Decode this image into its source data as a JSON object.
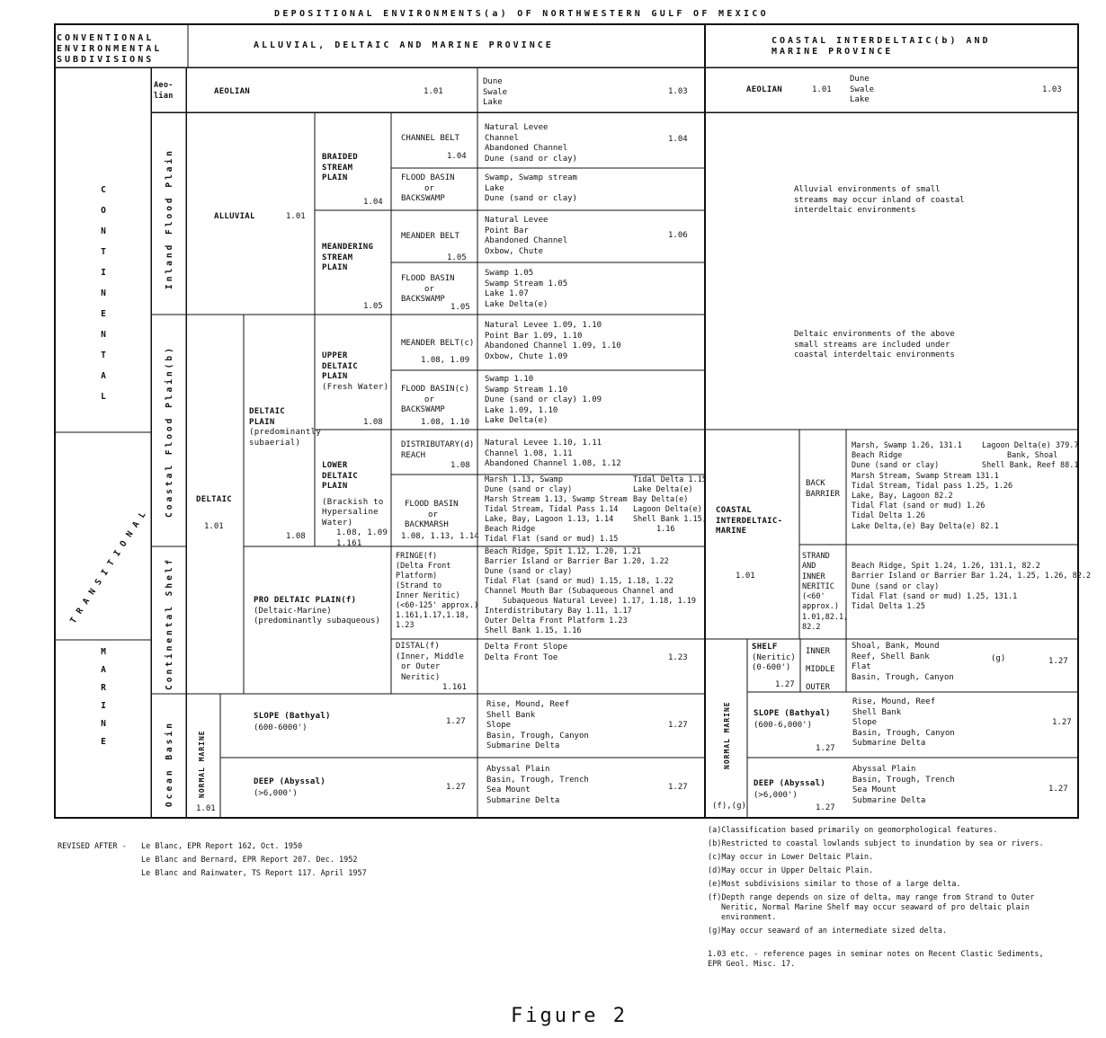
{
  "title": "DEPOSITIONAL ENVIRONMENTS(a) OF NORTHWESTERN GULF OF MEXICO",
  "header": {
    "subdivisions": [
      "CONVENTIONAL",
      "ENVIRONMENTAL",
      "SUBDIVISIONS"
    ],
    "alluvial_province": "ALLUVIAL, DELTAIC AND MARINE PROVINCE",
    "coastal_province": [
      "COASTAL INTERDELTAIC(b) AND",
      "MARINE PROVINCE"
    ]
  },
  "major": {
    "continental": [
      "C",
      "O",
      "N",
      "T",
      "I",
      "N",
      "E",
      "N",
      "T",
      "A",
      "L"
    ],
    "transitional": "TRANSITIONAL",
    "marine": [
      "M",
      "A",
      "R",
      "I",
      "N",
      "E"
    ]
  },
  "divisions": {
    "aeolian": [
      "Aeo-",
      "lian"
    ],
    "inland_flood_plain": "Inland Flood Plain",
    "coastal_flood_plain": "Coastal Flood Plain(b)",
    "continental_shelf": "Continental Shelf",
    "ocean_basin": "Ocean Basin"
  },
  "aeolian": {
    "label": "AEOLIAN",
    "ref": "1.01",
    "env": [
      "Dune",
      "Swale",
      "Lake"
    ],
    "env_ref": "1.03",
    "right_label": "AEOLIAN",
    "right_ref": "1.01",
    "right_env": [
      "Dune",
      "Swale",
      "Lake"
    ],
    "right_env_ref": "1.03"
  },
  "alluvial": {
    "label": "ALLUVIAL",
    "ref": "1.01",
    "braided": {
      "label": [
        "BRAIDED",
        "STREAM",
        "PLAIN"
      ],
      "ref": "1.04"
    },
    "channel_belt": {
      "label": "CHANNEL BELT",
      "ref": "1.04",
      "env": [
        "Natural Levee",
        "Channel",
        "Abandoned Channel",
        "Dune (sand or clay)"
      ],
      "env_ref": "1.04"
    },
    "braided_flood_basin": {
      "label": [
        "FLOOD BASIN",
        "or",
        "BACKSWAMP"
      ],
      "env": [
        "Swamp, Swamp stream",
        "Lake",
        "Dune (sand or clay)"
      ]
    },
    "meandering": {
      "label": [
        "MEANDERING",
        "STREAM",
        "PLAIN"
      ],
      "ref": "1.05"
    },
    "meander_belt": {
      "label": "MEANDER BELT",
      "ref": "1.05",
      "env": [
        "Natural Levee",
        "Point Bar",
        "Abandoned Channel",
        "Oxbow, Chute"
      ],
      "env_ref": "1.06"
    },
    "meander_flood_basin": {
      "label": [
        "FLOOD BASIN",
        "or",
        "BACKSWAMP"
      ],
      "ref": "1.05",
      "env": [
        "Swamp 1.05",
        "Swamp Stream 1.05",
        "Lake 1.07",
        "Lake Delta(e)"
      ]
    }
  },
  "deltaic": {
    "label": "DELTAIC",
    "ref": "1.01",
    "plain": {
      "label": [
        "DELTAIC",
        "PLAIN",
        "(predominantly",
        "subaerial)"
      ],
      "ref": "1.08"
    },
    "upper": {
      "label": [
        "UPPER",
        "DELTAIC",
        "PLAIN",
        "(Fresh Water)"
      ],
      "ref": "1.08"
    },
    "upper_meander": {
      "label": "MEANDER BELT(c)",
      "ref": "1.08, 1.09",
      "env": [
        "Natural Levee 1.09, 1.10",
        "Point Bar 1.09, 1.10",
        "Abandoned Channel 1.09, 1.10",
        "Oxbow, Chute 1.09"
      ]
    },
    "upper_flood": {
      "label": [
        "FLOOD BASIN(c)",
        "or",
        "BACKSWAMP"
      ],
      "ref": "1.08, 1.10",
      "env": [
        "Swamp 1.10",
        "Swamp Stream 1.10",
        "Dune (sand or clay) 1.09",
        "Lake 1.09, 1.10",
        "Lake Delta(e)"
      ]
    },
    "lower": {
      "label": [
        "LOWER",
        "DELTAIC",
        "PLAIN",
        "(Brackish to",
        "Hypersaline",
        "Water)",
        "1.08, 1.09",
        "1.161"
      ]
    },
    "distributary": {
      "label": [
        "DISTRIBUTARY(d)",
        "REACH"
      ],
      "ref": "1.08",
      "env": [
        "Natural Levee 1.10, 1.11",
        "Channel 1.08, 1.11",
        "Abandoned Channel 1.08, 1.12"
      ]
    },
    "backmarsh": {
      "label": [
        "FLOOD BASIN",
        "or",
        "BACKMARSH"
      ],
      "ref": "1.08, 1.13, 1.14",
      "env_left": [
        "Marsh 1.13, Swamp",
        "Dune (sand or clay)",
        "Marsh Stream 1.13, Swamp Stream",
        "Tidal Stream, Tidal Pass 1.14",
        "Lake, Bay, Lagoon 1.13, 1.14",
        "Beach Ridge",
        "Tidal Flat (sand or mud) 1.15"
      ],
      "env_right": [
        "Tidal Delta 1.15",
        "Lake Delta(e)",
        "Bay Delta(e)",
        "Lagoon Delta(e)",
        "Shell Bank 1.15,",
        "1.16"
      ]
    },
    "prodelta": {
      "label": [
        "PRO DELTAIC PLAIN(f)",
        "(Deltaic-Marine)",
        "(predominantly subaqueous)"
      ]
    },
    "fringe": {
      "label": [
        "FRINGE(f)",
        "(Delta Front",
        "Platform)",
        "(Strand to",
        "Inner Neritic)",
        "(<60-125' approx.)",
        "1.161,1.17,1.18,",
        "1.23"
      ],
      "env": [
        "Beach Ridge, Spit 1.12, 1.20, 1.21",
        "Barrier Island or Barrier Bar 1.20, 1.22",
        "Dune (sand or clay)",
        "Tidal Flat (sand or mud) 1.15, 1.18, 1.22",
        "Channel Mouth Bar (Subaqueous Channel and",
        "    Subaqueous Natural Levee) 1.17, 1.18, 1.19",
        "Interdistributary Bay 1.11, 1.17",
        "Outer Delta Front Platform 1.23",
        "Shell Bank 1.15, 1.16"
      ]
    },
    "distal": {
      "label": [
        "DISTAL(f)",
        "(Inner, Middle",
        "or Outer",
        "Neritic)"
      ],
      "ref": "1.161",
      "env": [
        "Delta Front Slope",
        "",
        "Delta Front Toe"
      ],
      "env_ref": "1.23"
    }
  },
  "ocean_left": {
    "normal_marine": "NORMAL MARINE",
    "ref": "1.01",
    "slope": {
      "label": [
        "SLOPE (Bathyal)",
        "(600-6000')"
      ],
      "ref": "1.27",
      "env": [
        "Rise, Mound, Reef",
        "Shell Bank",
        "Slope",
        "Basin, Trough, Canyon",
        "Submarine Delta"
      ],
      "env_ref": "1.27"
    },
    "deep": {
      "label": [
        "DEEP (Abyssal)",
        "(>6,000')"
      ],
      "ref": "1.27",
      "env": [
        "Abyssal Plain",
        "Basin, Trough, Trench",
        "Sea Mount",
        "Submarine Delta"
      ],
      "env_ref": "1.27"
    }
  },
  "coastal": {
    "alluvial_note": [
      "Alluvial environments of small",
      "streams may occur inland of coastal",
      "interdeltaic environments"
    ],
    "deltaic_note": [
      "Deltaic environments of the above",
      "small streams are included under",
      "coastal interdeltaic environments"
    ],
    "interdeltaic": {
      "label": [
        "COASTAL",
        "INTERDELTAIC-",
        "MARINE"
      ],
      "ref": "1.01"
    },
    "back_barrier": {
      "label": [
        "BACK",
        "BARRIER"
      ],
      "env_left": [
        "Marsh, Swamp 1.26, 131.1",
        "Beach Ridge",
        "Dune (sand or clay)",
        "Marsh Stream, Swamp Stream 131.1",
        "Tidal Stream, Tidal pass 1.25, 1.26",
        "Lake, Bay, Lagoon 82.2",
        "Tidal Flat (sand or mud) 1.26",
        "Tidal Delta 1.26",
        "Lake Delta,(e) Bay Delta(e) 82.1"
      ],
      "env_right": [
        "Lagoon Delta(e) 379.7",
        "Bank, Shoal",
        "Shell Bank, Reef 88.1"
      ]
    },
    "strand": {
      "label": [
        "STRAND",
        "AND",
        "INNER",
        "NERITIC",
        "(<60'",
        "approx.)",
        "1.01,82.1,",
        "82.2"
      ],
      "env": [
        "Beach Ridge, Spit 1.24, 1.26, 131.1, 82.2",
        "Barrier Island or Barrier Bar 1.24, 1.25, 1.26, 82.2",
        "Dune (sand or clay)",
        "Tidal Flat (sand or mud) 1.25, 131.1",
        "Tidal Delta 1.25"
      ]
    },
    "normal_marine": "NORMAL MARINE",
    "fg_note": "(f),(g)",
    "shelf": {
      "label": [
        "SHELF",
        "(Neritic)",
        "(0-600')"
      ],
      "ref": "1.27",
      "zones": [
        "INNER",
        "MIDDLE",
        "OUTER"
      ],
      "env": [
        "Shoal, Bank, Mound",
        "Reef, Shell Bank",
        "Flat",
        "Basin, Trough, Canyon"
      ],
      "g": "(g)",
      "env_ref": "1.27"
    },
    "slope": {
      "label": [
        "SLOPE (Bathyal)",
        "(600-6,000')"
      ],
      "ref": "1.27",
      "env": [
        "Rise, Mound, Reef",
        "Shell Bank",
        "Slope",
        "Basin, Trough, Canyon",
        "Submarine Delta"
      ],
      "env_ref": "1.27"
    },
    "deep": {
      "label": [
        "DEEP (Abyssal)",
        "(>6,000')"
      ],
      "ref": "1.27",
      "env": [
        "Abyssal Plain",
        "Basin, Trough, Trench",
        "Sea Mount",
        "Submarine Delta"
      ],
      "env_ref": "1.27"
    }
  },
  "revised": {
    "prefix": "REVISED AFTER - ",
    "lines": [
      "Le Blanc, EPR Report 162, Oct. 1950",
      "Le Blanc and Bernard, EPR Report 207. Dec. 1952",
      "Le Blanc and Rainwater, TS Report 117. April 1957"
    ]
  },
  "footnotes": [
    [
      "(a)Classification based primarily on geomorphological features."
    ],
    [
      "(b)Restricted to coastal lowlands subject to inundation by sea or rivers."
    ],
    [
      "(c)May occur in Lower Deltaic Plain."
    ],
    [
      "(d)May occur in Upper Deltaic Plain."
    ],
    [
      "(e)Most subdivisions similar to those of a large delta."
    ],
    [
      "(f)Depth range depends on size of delta, may range from Strand to Outer",
      "Neritic, Normal Marine Shelf may occur seaward of pro deltaic plain",
      "environment."
    ],
    [
      "(g)May occur seaward of an intermediate sized delta."
    ]
  ],
  "reference_note": [
    "1.03 etc. - reference pages in seminar notes on Recent Clastic Sediments,",
    "EPR Geol. Misc. 17."
  ],
  "figure_label": "Figure 2"
}
